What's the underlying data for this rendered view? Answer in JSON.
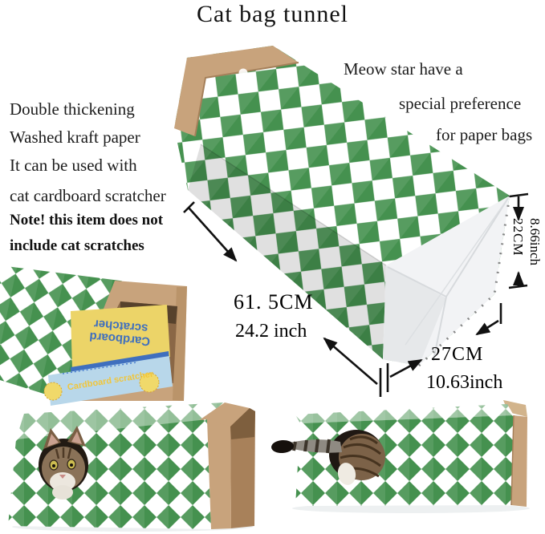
{
  "title": "Cat bag tunnel",
  "left_note": {
    "lines": [
      "Double thickening",
      "Washed kraft paper",
      "It can be used with",
      "cat cardboard scratcher"
    ],
    "note_lines": [
      "Note! this item does not",
      "include cat scratches"
    ]
  },
  "right_note": {
    "lines": [
      "Meow star have a",
      "special preference",
      "for paper bags"
    ]
  },
  "dimensions": {
    "length_cm": "61. 5CM",
    "length_inch": "24.2 inch",
    "width_cm": "27CM",
    "width_inch": "10.63inch",
    "height_inch": "8.66inch",
    "height_cm": "22CM"
  },
  "scratcher_box": {
    "front_label": "Cardboard scratcher",
    "top_label_lines": [
      "Cardboard",
      "scratcher"
    ]
  },
  "colors": {
    "green": "#45914f",
    "kraft": "#c8a37c",
    "kraft_dark": "#a8815a",
    "kraft_interior": "#8a6746",
    "white_end": "#f2f3f5",
    "box_blue": "#3f6fbe",
    "box_band": "#b8d7ea",
    "box_yellow": "#ecd468",
    "label_yellow": "#f0c63c",
    "ink": "#111111"
  }
}
